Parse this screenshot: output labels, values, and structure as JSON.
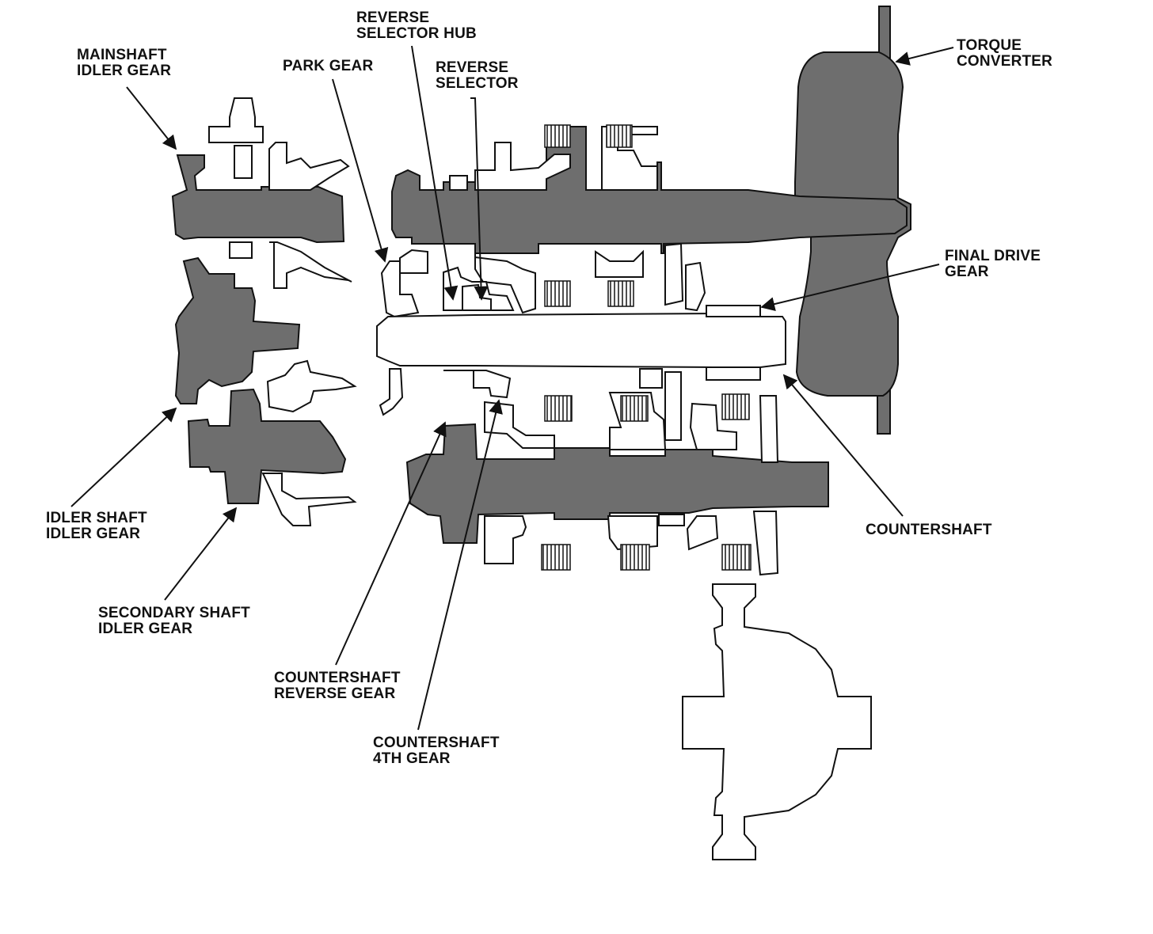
{
  "colors": {
    "shaft_fill": "#6e6e6e",
    "outline": "#111111",
    "background": "#ffffff"
  },
  "labels": {
    "mainshaft_idler_gear": [
      "MAINSHAFT",
      "IDLER GEAR"
    ],
    "park_gear": [
      "PARK GEAR"
    ],
    "reverse_selector_hub": [
      "REVERSE",
      "SELECTOR HUB"
    ],
    "reverse_selector": [
      "REVERSE",
      "SELECTOR"
    ],
    "torque_converter": [
      "TORQUE",
      "CONVERTER"
    ],
    "final_drive_gear": [
      "FINAL DRIVE",
      "GEAR"
    ],
    "countershaft": [
      "COUNTERSHAFT"
    ],
    "idler_shaft_idler_gear": [
      "IDLER SHAFT",
      "IDLER GEAR"
    ],
    "secondary_shaft_idler_gear": [
      "SECONDARY SHAFT",
      "IDLER GEAR"
    ],
    "countershaft_reverse_gear": [
      "COUNTERSHAFT",
      "REVERSE GEAR"
    ],
    "countershaft_4th_gear": [
      "COUNTERSHAFT",
      "4TH GEAR"
    ]
  }
}
